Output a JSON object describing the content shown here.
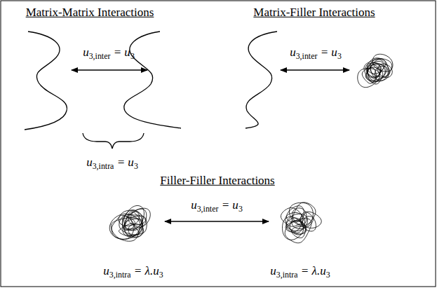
{
  "diagram": {
    "labels": [
      "Matrix-Matrix Interactions",
      "Matrix-Filler Interactions",
      "u3,inter = u3",
      "u3,inter = u3",
      "u3,intra = u3",
      "Filler-Filler Interactions",
      "u3,inter = u3",
      "u3,intra = λ.u3",
      "u3,intra = λ.u3"
    ]
  }
}
